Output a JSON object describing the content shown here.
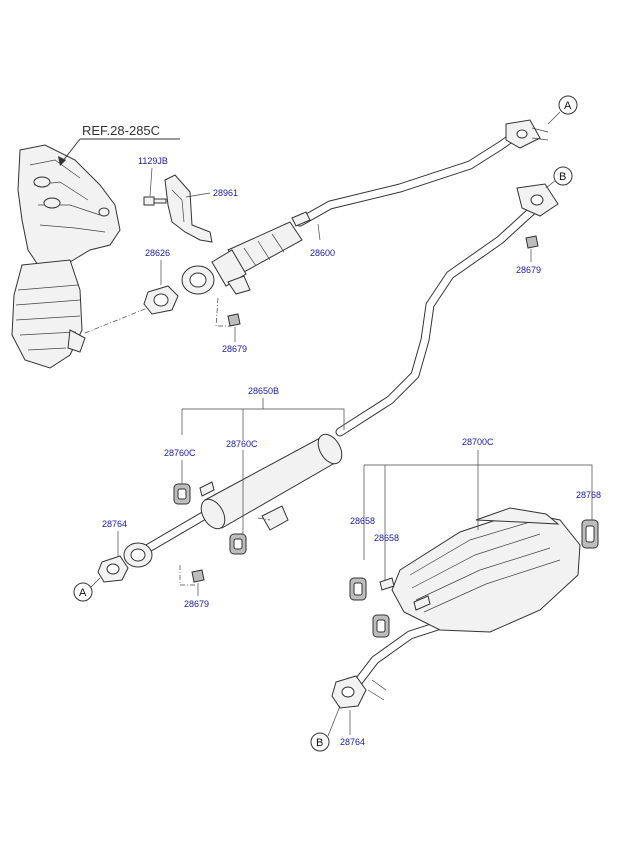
{
  "reference": "REF.28-285C",
  "callouts": {
    "a": "A",
    "b": "B"
  },
  "labels": {
    "p1129jb": "1129JB",
    "p28961": "28961",
    "p28626": "28626",
    "p28600": "28600",
    "p28679_top_right": "28679",
    "p28679_upper": "28679",
    "p28650b": "28650B",
    "p28760c_left": "28760C",
    "p28760c_right": "28760C",
    "p28764_left": "28764",
    "p28679_lower": "28679",
    "p28700c": "28700C",
    "p28658_a": "28658",
    "p28658_b": "28658",
    "p28768": "28768",
    "p28764_bottom": "28764"
  },
  "colors": {
    "label": "#1a1aa0",
    "line": "#333333",
    "background": "#ffffff"
  }
}
